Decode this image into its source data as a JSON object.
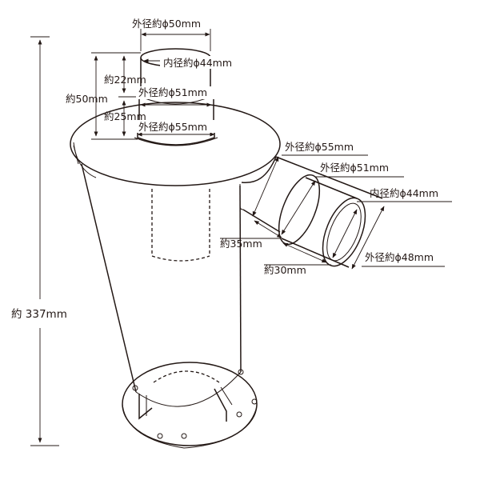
{
  "labels": {
    "top_outer_dia": "外径約ϕ50mm",
    "top_inner_dia": "内径約ϕ44mm",
    "top_height_22": "約22mm",
    "top_height_50": "約50mm",
    "mid_outer_dia_51": "外径約ϕ51mm",
    "top_height_25": "約25mm",
    "base_outer_dia_55": "外径約ϕ55mm",
    "side_outer_dia_55": "外径約ϕ55mm",
    "side_outer_dia_51": "外径約ϕ51mm",
    "side_inner_dia_44": "内径約ϕ44mm",
    "side_len_35": "約35mm",
    "side_outer_dia_48": "外径約ϕ48mm",
    "side_len_30": "約30mm",
    "total_height": "約 337mm"
  }
}
